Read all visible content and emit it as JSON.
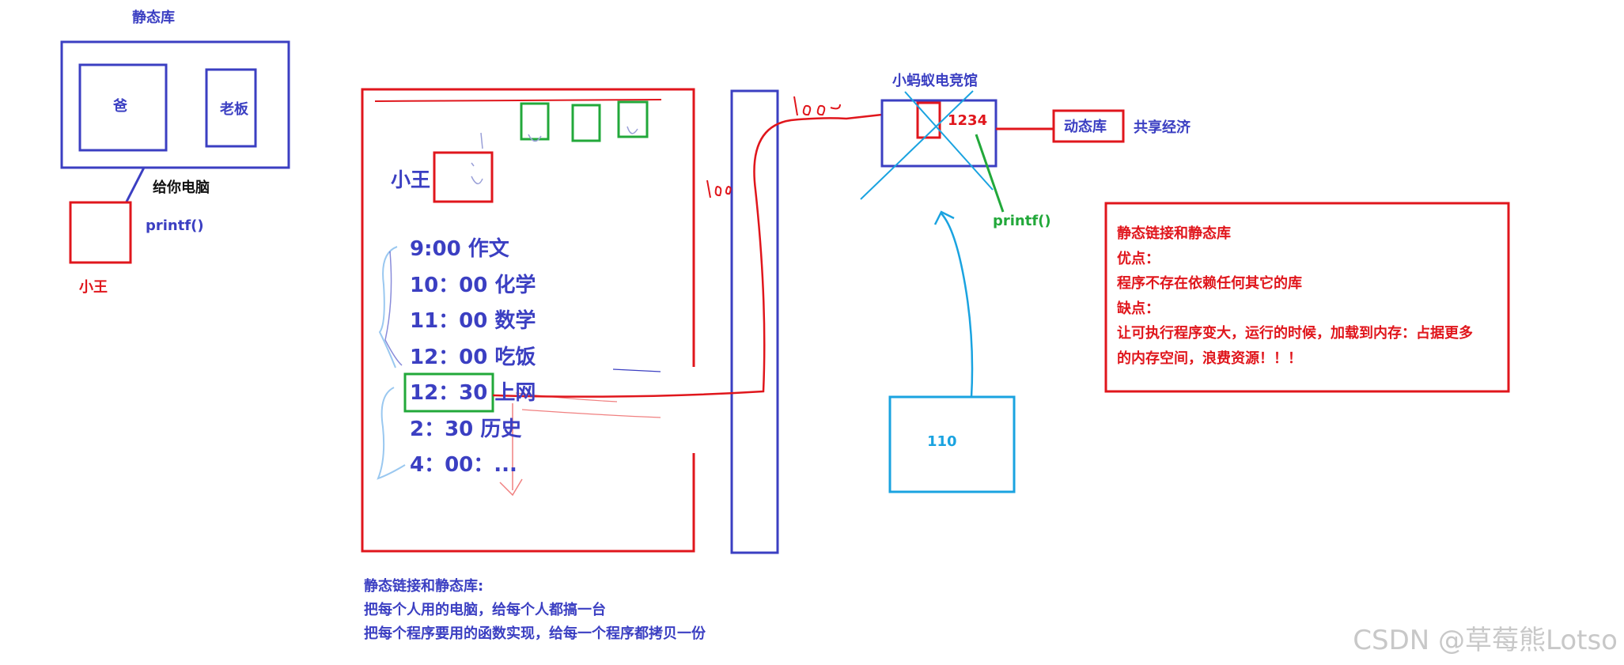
{
  "static_library": {
    "title": "静态库",
    "dad": "爸",
    "boss": "老板",
    "give_computer": "给你电脑",
    "printf": "printf()",
    "xiaowang": "小王"
  },
  "room": {
    "xiaowang": "小王",
    "schedule": [
      "9:00 作文",
      "10：00 化学",
      "11：00 数学",
      "12：00 吃饭",
      "12：30 上网",
      "2：30 历史",
      "4：00：..."
    ]
  },
  "netcafe": {
    "title": "小蚂蚁电竞馆",
    "room_number": "1234",
    "printf": "printf()",
    "dynamic_library": "动态库",
    "shared_economy": "共享经济",
    "police": "110"
  },
  "notes": {
    "lines": [
      "静态链接和静态库",
      "优点：",
      "程序不存在依赖任何其它的库",
      "缺点：",
      "让可执行程序变大，运行的时候，加载到内存：占据更多",
      "的内存空间，浪费资源！！！"
    ]
  },
  "bottom_text": {
    "lines": [
      "静态链接和静态库:",
      "把每个人用的电脑，给每个人都搞一台",
      "把每个程序要用的函数实现，给每一个程序都拷贝一份"
    ]
  },
  "watermark": "CSDN @草莓熊Lotso",
  "colors": {
    "blue": "#3b3fc2",
    "red": "#e0161c",
    "green": "#22a83a",
    "cyan": "#1aa3e0"
  }
}
